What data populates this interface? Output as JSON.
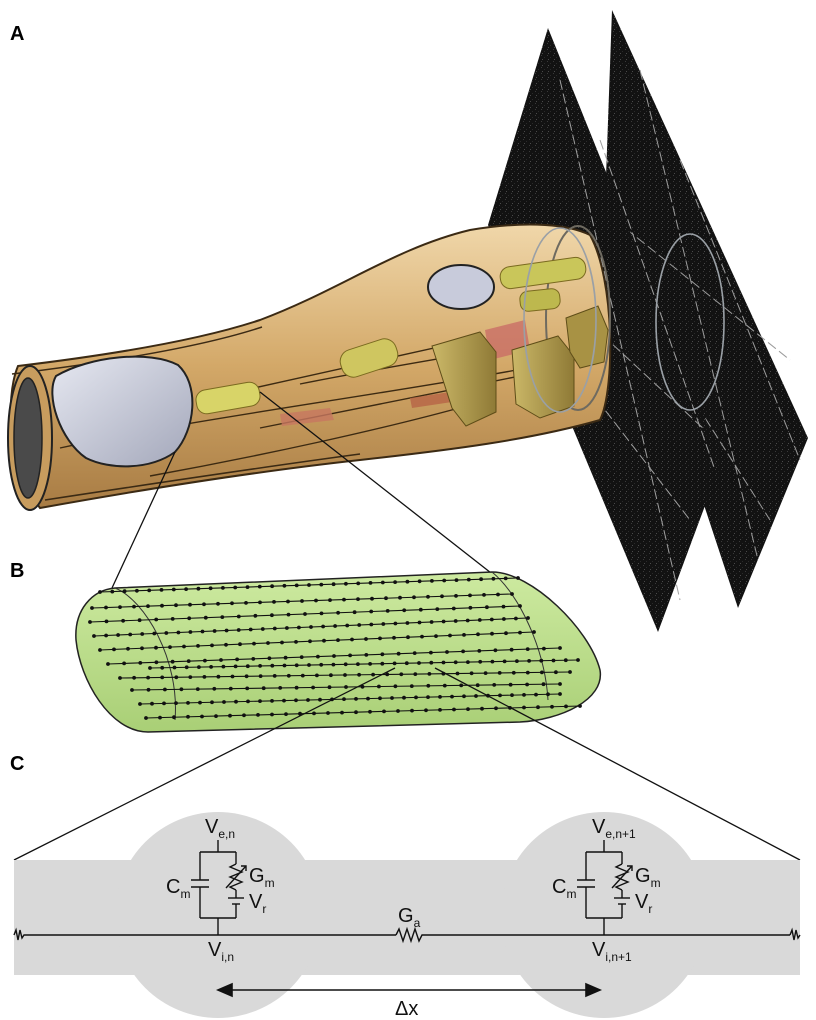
{
  "panels": {
    "a": "A",
    "b": "B",
    "c": "C"
  },
  "circuit": {
    "node_left": {
      "ve": "V",
      "ve_sub": "e,n",
      "vi": "V",
      "vi_sub": "i,n",
      "cm": "C",
      "cm_sub": "m",
      "gm": "G",
      "gm_sub": "m",
      "vr": "V",
      "vr_sub": "r"
    },
    "node_right": {
      "ve": "V",
      "ve_sub": "e,n+1",
      "vi": "V",
      "vi_sub": "i,n+1",
      "cm": "C",
      "cm_sub": "m",
      "gm": "G",
      "gm_sub": "m",
      "vr": "V",
      "vr_sub": "r"
    },
    "ga": "G",
    "ga_sub": "a",
    "dx": "Δx"
  },
  "colors": {
    "tissue_fill": "#d9b27a",
    "fascicle_fill": "#c4d98a",
    "block_fill": "#b8a050",
    "bone_fill": "#c7cad8",
    "fiber_bundle_fill": "#bfe08c",
    "membrane_gray": "#d9d9d9",
    "plane_fill": "#0c0c0c"
  }
}
